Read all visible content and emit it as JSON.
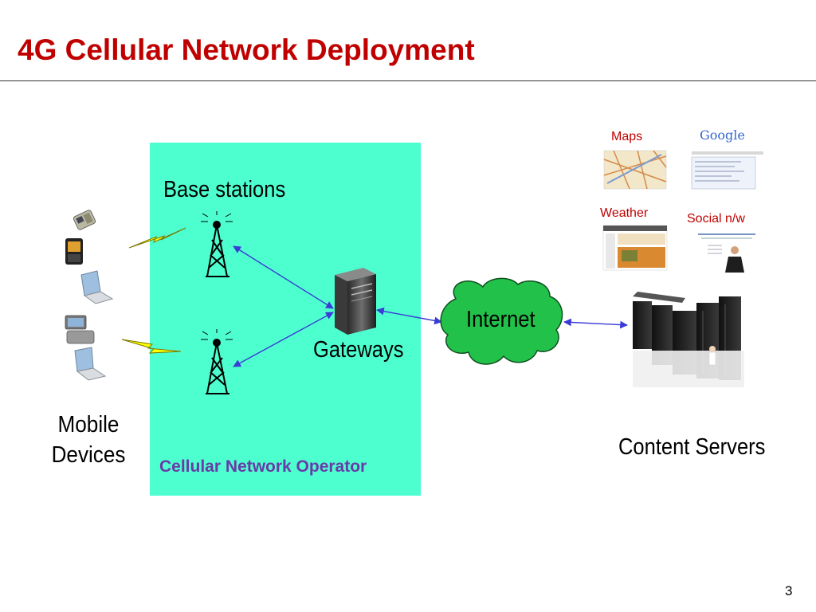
{
  "slide": {
    "title": "4G Cellular Network Deployment",
    "page_number": "3"
  },
  "diagram": {
    "labels": {
      "base_stations": "Base stations",
      "gateways": "Gateways",
      "internet": "Internet",
      "operator": "Cellular Network Operator",
      "mobile_devices": "Mobile Devices",
      "content_servers": "Content Servers"
    },
    "services": {
      "maps": "Maps",
      "weather": "Weather",
      "social": "Social n/w"
    },
    "thumbnail_text": {
      "google_logo": "Google"
    },
    "colors": {
      "title": "#c00000",
      "operator_area": "#4dffcf",
      "operator_label": "#6a3aa8",
      "internet_cloud": "#22c24a",
      "links": "#3b3bd6",
      "wireless_bolt": "#ffff00",
      "service_labels": "#c00000"
    },
    "icons": [
      "mobile-phone-icon",
      "laptop-icon",
      "cell-tower-icon",
      "lightning-bolt-icon",
      "server-tower-icon",
      "cloud-icon",
      "server-rack-icon",
      "map-thumbnail",
      "search-page-thumbnail",
      "weather-page-thumbnail",
      "social-page-thumbnail"
    ]
  }
}
